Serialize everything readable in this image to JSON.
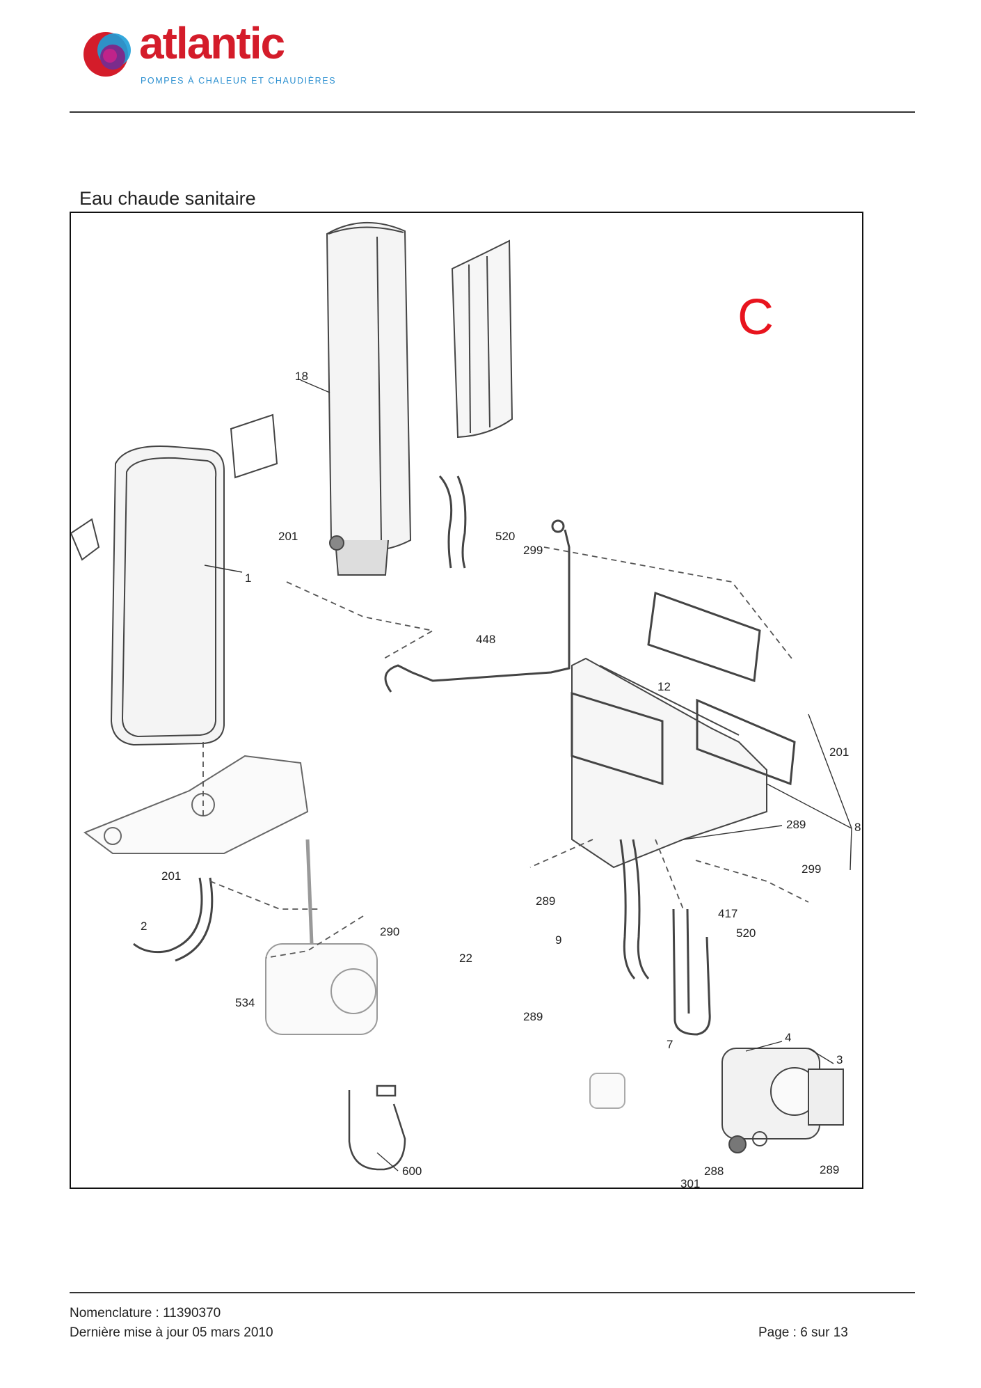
{
  "header": {
    "brand": "atlantic",
    "tagline": "POMPES À CHALEUR ET CHAUDIÈRES",
    "brand_color": "#d41c2a",
    "tagline_color": "#2a8fd0"
  },
  "section": {
    "title": "Eau chaude sanitaire",
    "letter": "C",
    "letter_color": "#e8141e"
  },
  "diagram": {
    "callouts": [
      "18",
      "1",
      "201",
      "520",
      "299",
      "448",
      "12",
      "201",
      "8",
      "289",
      "299",
      "417",
      "520",
      "201",
      "2",
      "290",
      "534",
      "289",
      "22",
      "9",
      "289",
      "7",
      "4",
      "3",
      "301",
      "288",
      "289",
      "600"
    ]
  },
  "footer": {
    "nomenclature": "Nomenclature : 11390370",
    "updated": "Dernière mise à jour 05 mars 2010",
    "page": "Page : 6 sur 13"
  }
}
